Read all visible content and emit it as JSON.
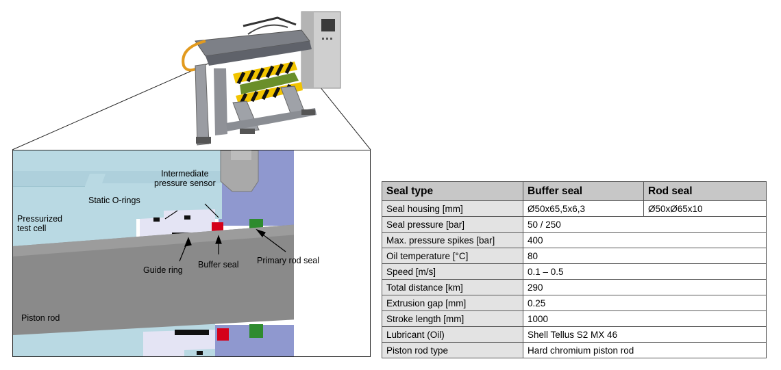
{
  "labels": {
    "intermediate_sensor": "Intermediate\npressure sensor",
    "static_orings": "Static O-rings",
    "pressurized_cell": "Pressurized\ntest cell",
    "guide_ring": "Guide ring",
    "buffer_seal": "Buffer seal",
    "primary_rod_seal": "Primary rod seal",
    "piston_rod": "Piston rod"
  },
  "table": {
    "headers": [
      "Seal type",
      "Buffer seal",
      "Rod seal"
    ],
    "rows": [
      [
        "Seal housing [mm]",
        "Ø50x65,5x6,3",
        "Ø50xØ65x10"
      ],
      [
        "Seal pressure [bar]",
        "50 / 250"
      ],
      [
        "Max. pressure spikes [bar]",
        "400"
      ],
      [
        "Oil temperature [°C]",
        "80"
      ],
      [
        "Speed [m/s]",
        "0.1 – 0.5"
      ],
      [
        "Total distance [km]",
        "290"
      ],
      [
        "Extrusion gap [mm]",
        "0.25"
      ],
      [
        "Stroke length [mm]",
        "1000"
      ],
      [
        "Lubricant (Oil)",
        "Shell Tellus S2 MX 46"
      ],
      [
        "Piston rod type",
        "Hard chromium piston rod"
      ]
    ]
  },
  "colors": {
    "test_cell": "#b9d9e3",
    "housing": "#8f98cf",
    "rod": "#8a8a8a",
    "buffer_seal": "#d4001a",
    "rod_seal": "#2e8b2e",
    "guide_ring": "#111111",
    "oring_carrier": "#e4e4f4"
  }
}
